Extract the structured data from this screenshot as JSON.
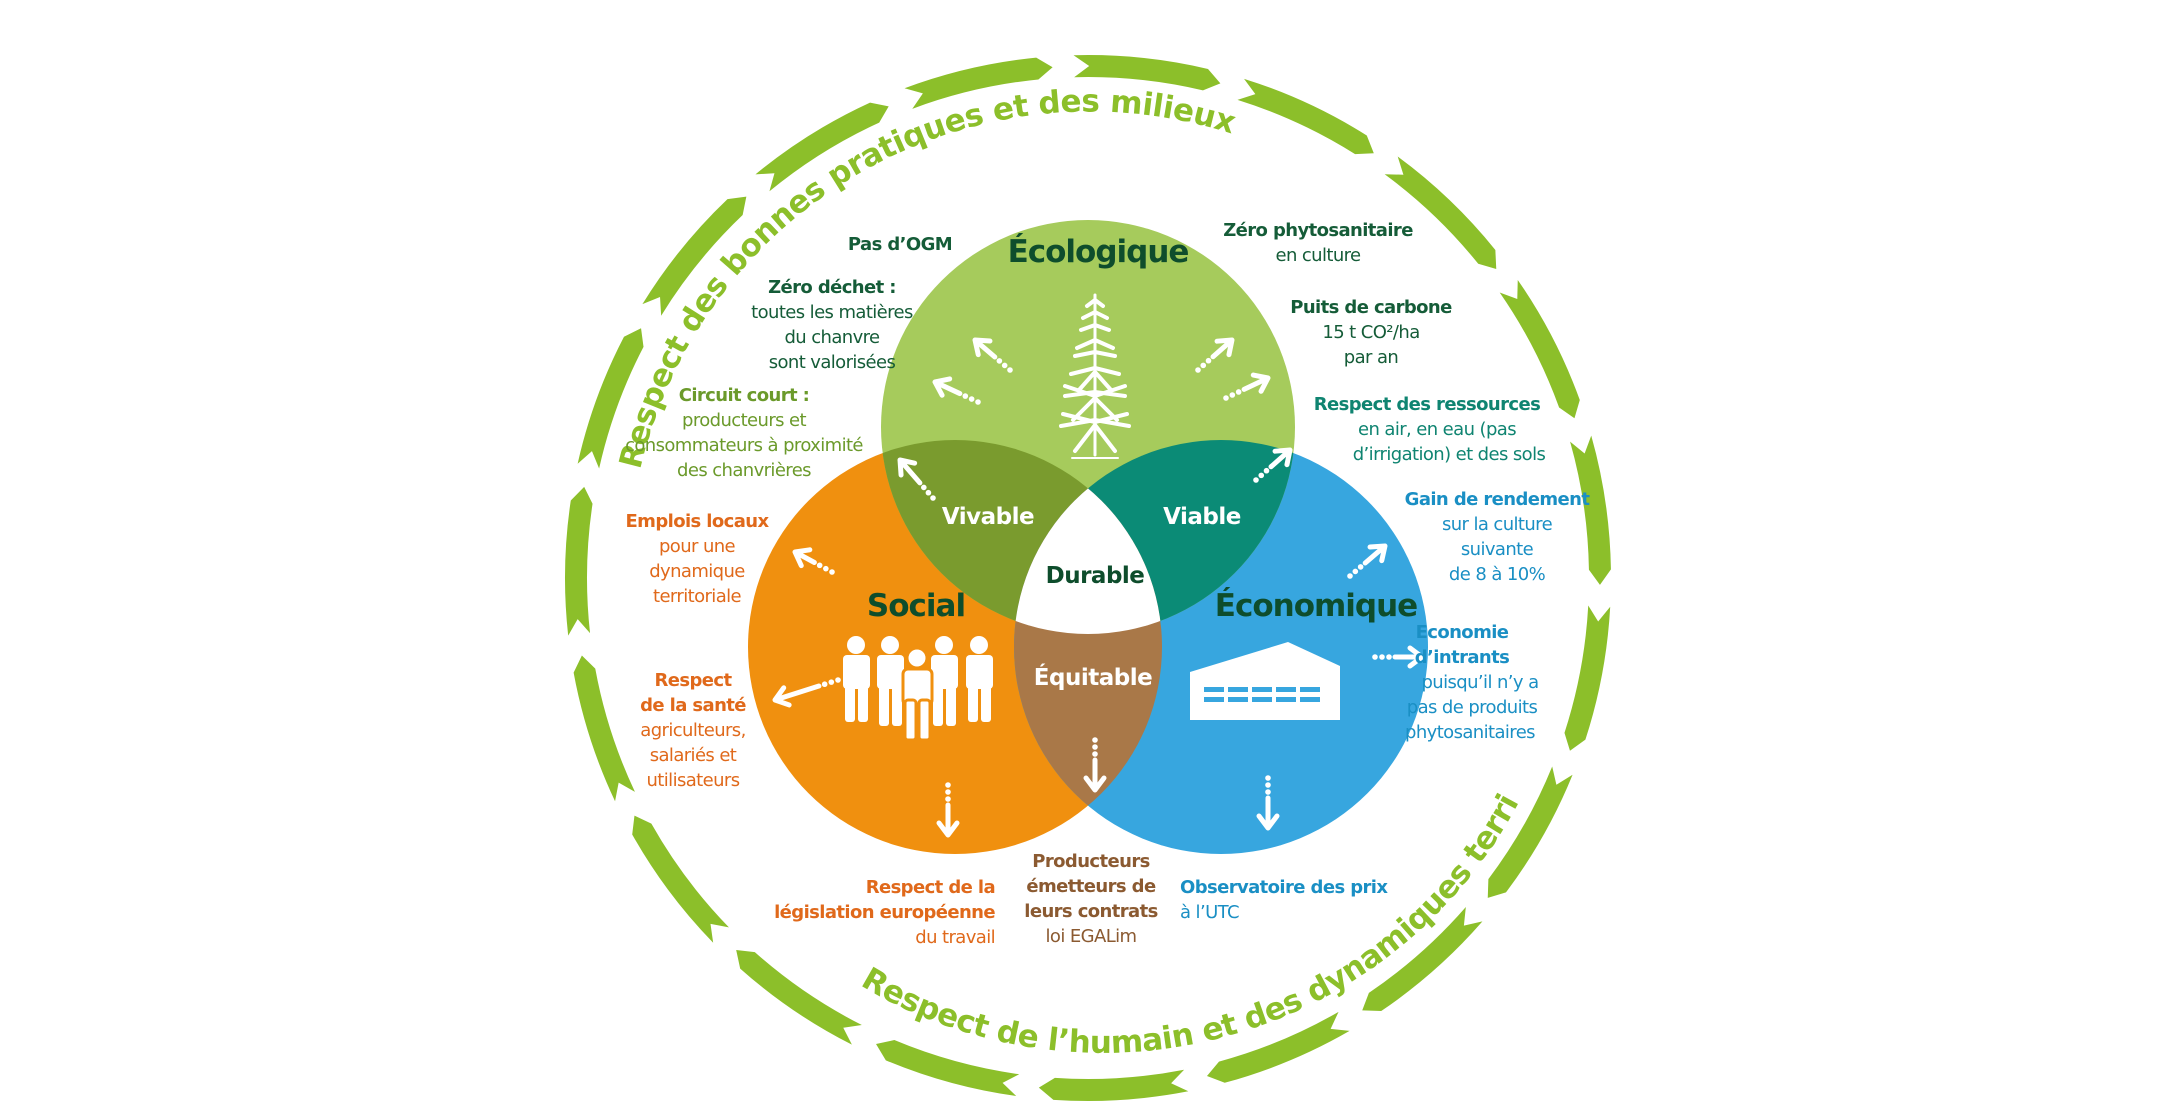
{
  "colors": {
    "ring": "#8cbf2a",
    "ecologique": "#a6cb5c",
    "social": "#f0900f",
    "economique": "#37a6df",
    "vivable": "#7a9b2e",
    "viable": "#0b8b76",
    "equitable": "#a97848",
    "durable": "#ffffff",
    "title_text": "#0e4d2c"
  },
  "ring": {
    "top_text": "Respect des bonnes pratiques et des milieux",
    "bottom_text": "Respect de l’humain et des dynamiques territoriales"
  },
  "circles": {
    "ecologique": {
      "title": "Écologique",
      "icon": "hemp-plant-icon"
    },
    "social": {
      "title": "Social",
      "icon": "people-group-icon"
    },
    "economique": {
      "title": "Économique",
      "icon": "warehouse-icon"
    }
  },
  "intersections": {
    "vivable": "Vivable",
    "viable": "Viable",
    "equitable": "Équitable",
    "durable": "Durable"
  },
  "notes": {
    "pas_ogm": {
      "lines": [
        {
          "t": "Pas d’OGM",
          "b": true
        }
      ]
    },
    "zero_dechet": {
      "lines": [
        {
          "t": "Zéro déchet :",
          "b": true
        },
        {
          "t": "toutes les matières"
        },
        {
          "t": "du chanvre"
        },
        {
          "t": "sont valorisées"
        }
      ]
    },
    "circuit_court": {
      "lines": [
        {
          "t": "Circuit court :",
          "b": true
        },
        {
          "t": "producteurs et"
        },
        {
          "t": "consommateurs à proximité"
        },
        {
          "t": "des chanvrières"
        }
      ]
    },
    "zero_phyto": {
      "lines": [
        {
          "t": "Zéro phytosanitaire",
          "b": true
        },
        {
          "t": "en culture"
        }
      ]
    },
    "puits_carbone": {
      "lines": [
        {
          "t": "Puits de carbone",
          "b": true
        },
        {
          "t": "15 t CO²/ha"
        },
        {
          "t": "par an"
        }
      ]
    },
    "respect_ressources": {
      "lines": [
        {
          "t": "Respect des ressources",
          "b": true
        },
        {
          "t": "en air, en eau (pas"
        },
        {
          "t": "d’irrigation) et des sols"
        }
      ]
    },
    "emplois_locaux": {
      "lines": [
        {
          "t": "Emplois locaux",
          "b": true
        },
        {
          "t": "pour une"
        },
        {
          "t": "dynamique"
        },
        {
          "t": "territoriale"
        }
      ]
    },
    "respect_sante": {
      "lines": [
        {
          "t": "Respect",
          "b": true
        },
        {
          "t": "de la santé",
          "b": true
        },
        {
          "t": "agriculteurs,"
        },
        {
          "t": "salariés et"
        },
        {
          "t": "utilisateurs"
        }
      ]
    },
    "legislation": {
      "lines": [
        {
          "t": "Respect de la",
          "b": true
        },
        {
          "t": "législation européenne",
          "b": true
        },
        {
          "t": "du travail"
        }
      ]
    },
    "producteurs": {
      "lines": [
        {
          "t": "Producteurs",
          "b": true
        },
        {
          "t": "émetteurs de",
          "b": true
        },
        {
          "t": "leurs contrats",
          "b": true
        },
        {
          "t": "loi EGALim"
        }
      ]
    },
    "observatoire": {
      "lines": [
        {
          "t": "Observatoire des prix",
          "b": true
        },
        {
          "t": "à l’UTC"
        }
      ]
    },
    "gain_rendement": {
      "lines": [
        {
          "t": "Gain de rendement",
          "b": true
        },
        {
          "t": "sur la culture"
        },
        {
          "t": "suivante"
        },
        {
          "t": "de 8 à 10%"
        }
      ]
    },
    "economie_intrants": {
      "lines": [
        {
          "t": "Economie",
          "b": true
        },
        {
          "t": "d’intrants",
          "b": true
        },
        {
          "t": "puisqu’il n’y a"
        },
        {
          "t": "pas de produits"
        },
        {
          "t": "phytosanitaires"
        }
      ]
    }
  }
}
